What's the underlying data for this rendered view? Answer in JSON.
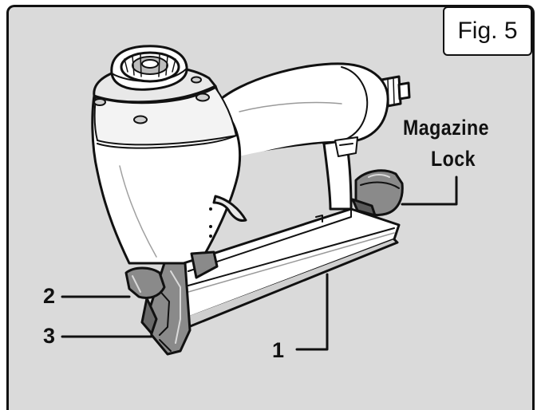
{
  "figure": {
    "label": "Fig. 5"
  },
  "callouts": {
    "magazine_lock_line1": "Magazine",
    "magazine_lock_line2": "Lock",
    "part_1": "1",
    "part_2": "2",
    "part_3": "3"
  },
  "colors": {
    "panel_background": "#dadada",
    "outline": "#111111",
    "tool_body": "#ffffff",
    "tool_shade": "#cfcfcf",
    "tool_dark": "#8a8a8a"
  },
  "icons": {
    "tool": "pneumatic-brad-nailer-illustration"
  }
}
